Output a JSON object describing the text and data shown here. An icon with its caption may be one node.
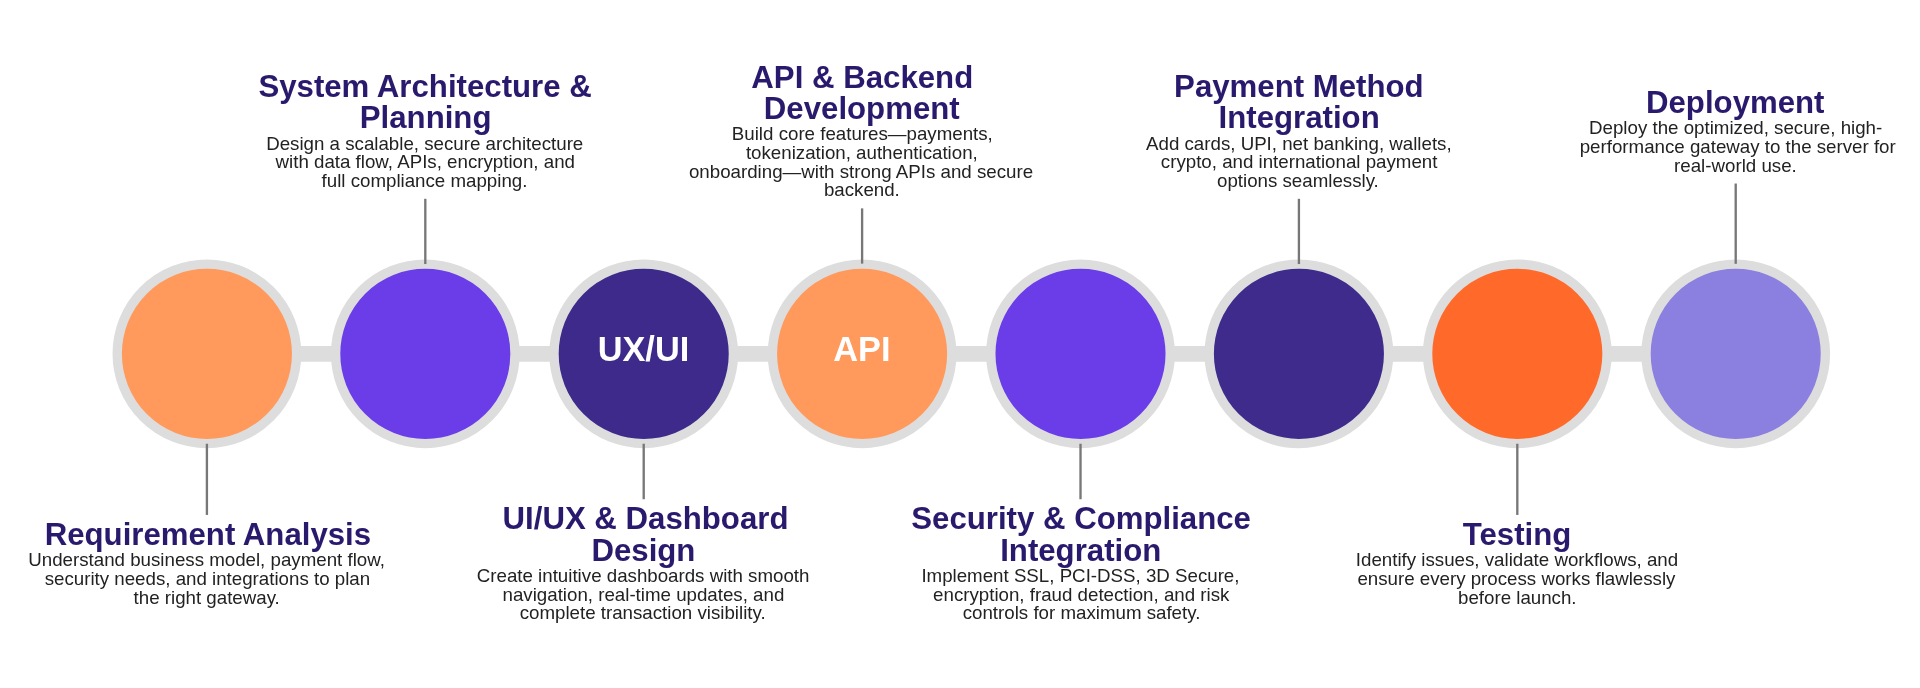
{
  "diagram": {
    "nodes": [
      {
        "text": [
          "Requirement Analysis",
          "Understand business model, payment flow, security needs, and integrations to plan the right gateway."
        ]
      },
      {
        "text": [],
        "shape": "circle"
      },
      {
        "text": [
          "System Architecture & Planning",
          "Design a scalable, secure architecture with data flow, APIs, encryption, and full compliance mapping."
        ]
      },
      {
        "text": [],
        "shape": "circle"
      },
      {
        "text": [
          "UI/UX & Dashboard Design",
          "Create intuitive dashboards with smooth navigation, real-time updates, and complete transaction visibility."
        ]
      },
      {
        "text": [
          "UX/UI"
        ]
      },
      {
        "text": [
          "API & Backend Development",
          "Build core features—payments, tokenization, authentication, onboarding—with strong APIs and secure backend."
        ]
      },
      {
        "text": [
          "API"
        ]
      },
      {
        "text": [
          "Security & Compliance Integration",
          "Implement SSL, PCI-DSS, 3D Secure, encryption, fraud detection, and risk controls for maximum safety."
        ]
      },
      {
        "text": [],
        "shape": "circle"
      },
      {
        "text": [
          "Payment Method Integration",
          "Add cards, UPI, net banking, wallets, crypto, and international payment options seamlessly."
        ]
      },
      {
        "text": [],
        "shape": "circle"
      },
      {
        "text": [
          "Testing",
          "Identify issues, validate workflows, and ensure every process works flawlessly before launch."
        ]
      },
      {
        "text": [],
        "shape": "circle"
      },
      {
        "text": [
          "Deployment",
          "Deploy the optimized, secure, high-performance gateway to the server for real-world use."
        ]
      },
      {
        "text": [],
        "shape": "circle"
      }
    ],
    "edges": [
      {
        "from": 0,
        "to": 1,
        "arrow": "none"
      },
      {
        "from": 2,
        "to": 3,
        "arrow": "none"
      },
      {
        "from": 4,
        "to": 5,
        "arrow": "none"
      },
      {
        "from": 6,
        "to": 7,
        "arrow": "none"
      },
      {
        "from": 8,
        "to": 9,
        "arrow": "none"
      },
      {
        "from": 10,
        "to": 11,
        "arrow": "none"
      },
      {
        "from": 12,
        "to": 13,
        "arrow": "none"
      },
      {
        "from": 14,
        "to": 15,
        "arrow": "none"
      },
      {
        "from": 1,
        "to": 3,
        "arrow": "none",
        "style": "thick",
        "color": "#dddddd"
      },
      {
        "from": 3,
        "to": 5,
        "arrow": "none",
        "style": "thick",
        "color": "#dddddd"
      },
      {
        "from": 5,
        "to": 7,
        "arrow": "none",
        "style": "thick",
        "color": "#dddddd"
      },
      {
        "from": 7,
        "to": 9,
        "arrow": "none",
        "style": "thick",
        "color": "#dddddd"
      },
      {
        "from": 9,
        "to": 11,
        "arrow": "none",
        "style": "thick",
        "color": "#dddddd"
      },
      {
        "from": 11,
        "to": 13,
        "arrow": "none",
        "style": "thick",
        "color": "#dddddd"
      },
      {
        "from": 13,
        "to": 15,
        "arrow": "none",
        "style": "thick",
        "color": "#dddddd"
      }
    ]
  }
}
